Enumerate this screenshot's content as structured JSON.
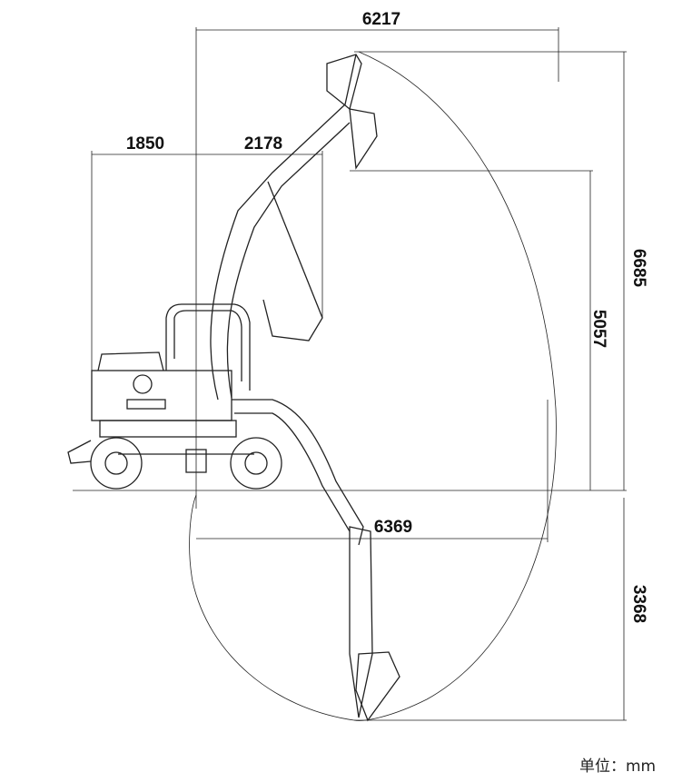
{
  "dimensions": {
    "max_reach_width": "6217",
    "rear_overhang": "1850",
    "front_length": "2178",
    "max_digging_height": "6685",
    "max_dump_height": "5057",
    "max_digging_reach": "6369",
    "max_digging_depth": "3368"
  },
  "unit_label": "单位：mm",
  "line_color": "#222222"
}
